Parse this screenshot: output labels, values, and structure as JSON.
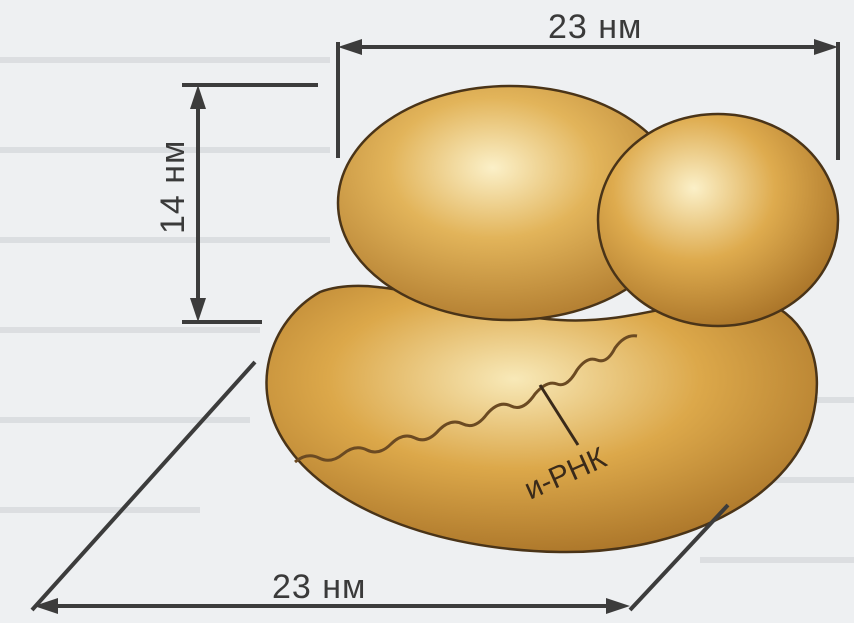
{
  "labels": {
    "top_width": "23 нм",
    "height": "14 нм",
    "bottom_width": "23 нм",
    "mrna": "и-РНК"
  },
  "colors": {
    "subunit_light": "#f6e3a6",
    "subunit_mid": "#d9a546",
    "subunit_dark": "#9c6620",
    "outline": "#4a3418",
    "dimension_lines": "#3c3c3c",
    "background": "#eef0f2"
  }
}
